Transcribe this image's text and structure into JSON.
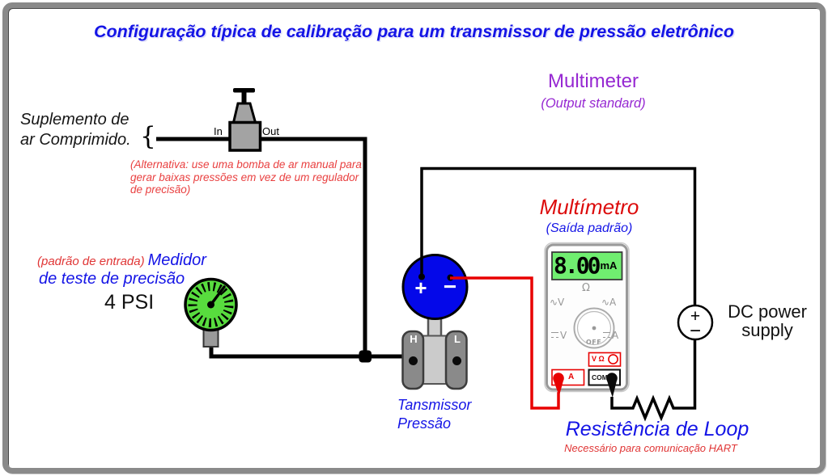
{
  "colors": {
    "blue_text": "#1414E6",
    "red_text": "#E03535",
    "strong_red_text": "#DC0A0A",
    "purple_text": "#9628D2",
    "black_text": "#111111",
    "gauge_green": "#58DC3E",
    "lcd_green": "#70EE70",
    "transmitter_blue": "#0408E9",
    "wire_red": "#E80000",
    "wire_black": "#000000"
  },
  "title": "Configuração típica de calibração para um transmissor de pressão eletrônico",
  "air_supply": {
    "line1": "Suplemento de",
    "line2": "ar Comprimido.",
    "brace": "{"
  },
  "regulator": {
    "in_label": "In",
    "out_label": "Out"
  },
  "alt_note": {
    "line1": "(Alternativa: use uma bomba de ar manual para",
    "line2": "gerar baixas pressões em vez de um regulador",
    "line3": "de precisão)"
  },
  "output_standard_en": {
    "title": "Multimeter",
    "subtitle": "(Output standard)"
  },
  "input_standard": {
    "prefix": "(padrão de entrada)",
    "name_line1": "Medidor",
    "name_line2": "de teste de precisão",
    "reading": "4 PSI"
  },
  "multimeter": {
    "title": "Multímetro",
    "subtitle": "(Saída padrão)",
    "display_value": "8.00",
    "display_unit": "mA",
    "dial_top": "Ω",
    "dial_ac_volts": "∿V",
    "dial_ac_amps": "∿A",
    "dial_dc_volts": "V",
    "dial_dc_amps": "A",
    "dial_off": "OFF",
    "jack_vohm": "V Ω",
    "jack_amp": "A",
    "jack_com": "COM"
  },
  "transmitter": {
    "plus": "+",
    "minus": "−",
    "high_port": "H",
    "low_port": "L",
    "label_line1": "Tansmissor",
    "label_line2": "Pressão"
  },
  "dc_supply": {
    "plus": "+",
    "minus": "−",
    "label_line1": "DC power",
    "label_line2": "supply"
  },
  "loop_resistor": {
    "label": "Resistência de Loop",
    "note": "Necessário para comunicação HART"
  }
}
